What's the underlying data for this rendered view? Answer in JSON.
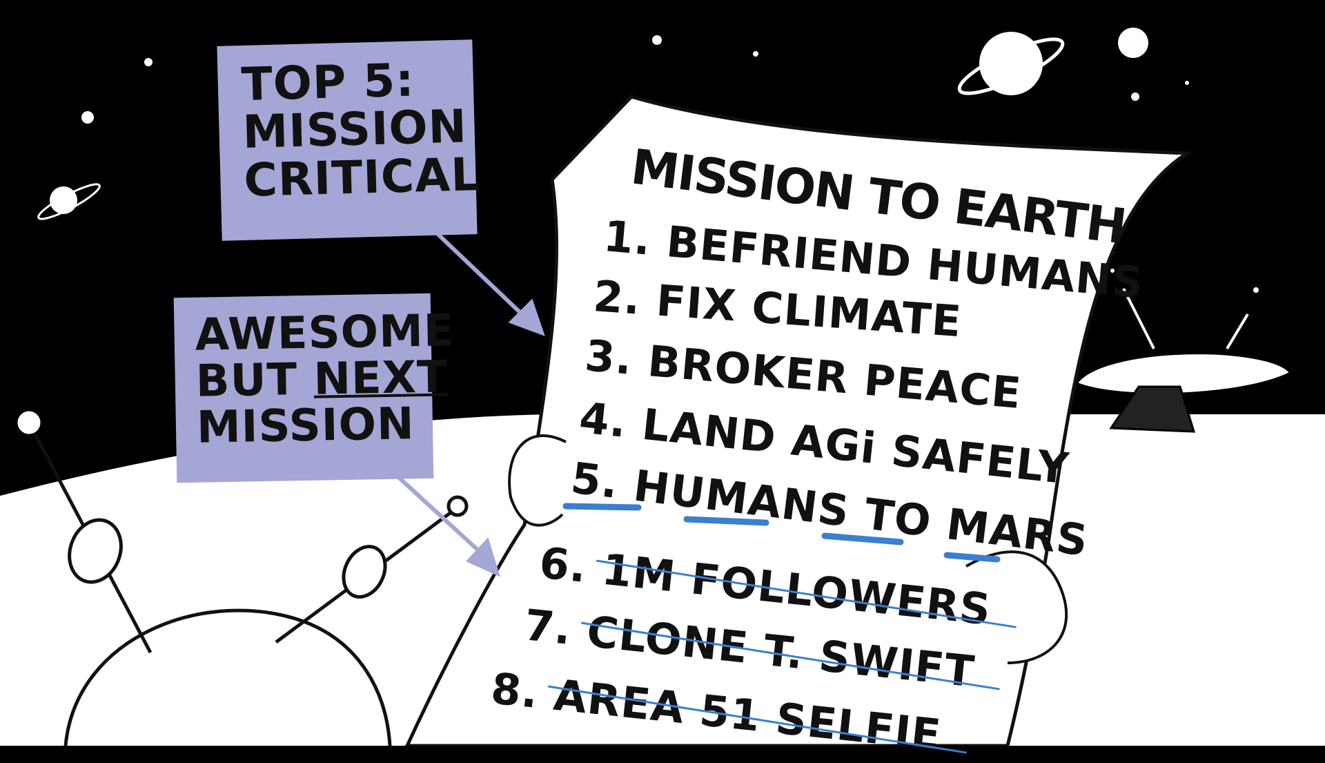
{
  "notes": {
    "top_five": {
      "lines": [
        "TOP 5:",
        "MISSION",
        "CRITICAL"
      ]
    },
    "next_mission": {
      "line1": "AWESOME",
      "line2_a": "BUT",
      "line2_b": "NEXT",
      "line3": "MISSION"
    }
  },
  "scroll": {
    "title": "MISSION TO EARTH",
    "items": [
      {
        "num": "1.",
        "text": "BEFRIEND HUMANS",
        "crossed_out": false
      },
      {
        "num": "2.",
        "text": "FIX CLIMATE",
        "crossed_out": false
      },
      {
        "num": "3.",
        "text": "BROKER PEACE",
        "crossed_out": false
      },
      {
        "num": "4.",
        "text": "LAND AGi SAFELY",
        "crossed_out": false
      },
      {
        "num": "5.",
        "text": "HUMANS TO MARS",
        "crossed_out": false
      },
      {
        "num": "6.",
        "text": "1M FOLLOWERS",
        "crossed_out": true
      },
      {
        "num": "7.",
        "text": "CLONE T. SWIFT",
        "crossed_out": true
      },
      {
        "num": "8.",
        "text": "AREA 51 SELFIE",
        "crossed_out": true
      }
    ]
  },
  "colors": {
    "background": "#000000",
    "note": "#a4a6d6",
    "paper": "#ffffff",
    "ink": "#111111",
    "accent_blue": "#3a7fd0"
  },
  "icons": [
    "planet-icon",
    "ufo-icon",
    "alien-icon",
    "arrow-icon"
  ]
}
